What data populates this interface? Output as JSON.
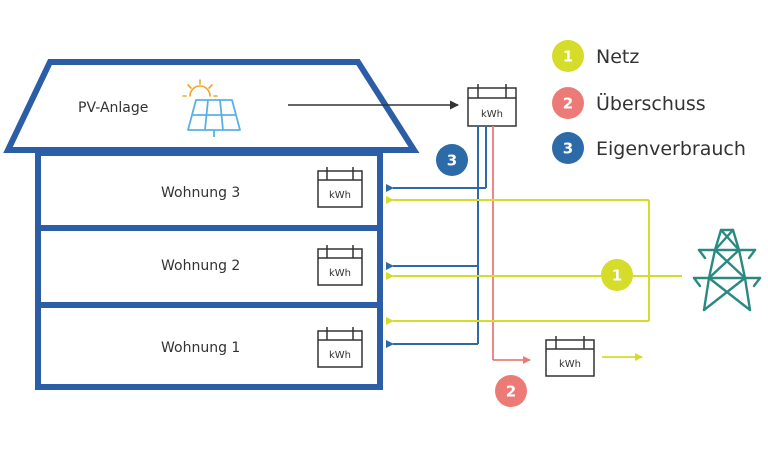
{
  "colors": {
    "house": "#2b5ea7",
    "grid": "#d6dc2a",
    "surplus": "#ec7b77",
    "self": "#2c6aa8",
    "arrow": "#333333",
    "pylon": "#2a8a82",
    "solar": "#5ab0e6",
    "sun": "#f0a528"
  },
  "house": {
    "pv_label": "PV-Anlage",
    "apartments": [
      {
        "label": "Wohnung 3",
        "meter_unit": "kWh"
      },
      {
        "label": "Wohnung 2",
        "meter_unit": "kWh"
      },
      {
        "label": "Wohnung 1",
        "meter_unit": "kWh"
      }
    ]
  },
  "meters": {
    "pv_meter_unit": "kWh",
    "export_meter_unit": "kWh"
  },
  "legend": [
    {
      "num": "1",
      "label": "Netz",
      "color": "#d6dc2a"
    },
    {
      "num": "2",
      "label": "Überschuss",
      "color": "#ec7b77"
    },
    {
      "num": "3",
      "label": "Eigenverbrauch",
      "color": "#2c6aa8"
    }
  ],
  "badges": {
    "grid": "1",
    "surplus": "2",
    "self": "3"
  },
  "icons": [
    "sun-icon",
    "solar-panel-icon",
    "meter-icon",
    "power-pylon-icon"
  ]
}
